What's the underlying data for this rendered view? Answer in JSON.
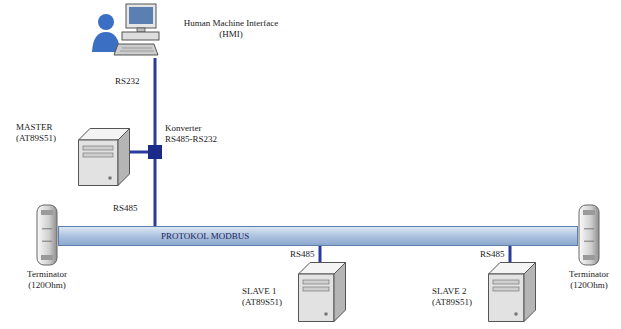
{
  "diagram": {
    "nodes": [
      {
        "text": [
          "Human Machine Interface (HMI)"
        ]
      },
      {
        "text": [
          "Konverter RS485-RS232"
        ]
      },
      {
        "text": [
          "MASTER (AT89S51)"
        ]
      },
      {
        "text": [
          "PROTOKOL MODBUS"
        ]
      },
      {
        "text": [
          "Terminator (120Ohm)"
        ]
      },
      {
        "text": [
          "Terminator (120Ohm)"
        ]
      },
      {
        "text": [
          "SLAVE 1 (AT89S51)"
        ]
      },
      {
        "text": [
          "SLAVE 2 (AT89S51)"
        ]
      }
    ],
    "edges": [
      {
        "from": 0,
        "to": 1,
        "arrow": "none",
        "label": "RS232"
      },
      {
        "from": 2,
        "to": 1,
        "arrow": "none"
      },
      {
        "from": 1,
        "to": 3,
        "arrow": "none",
        "label": "RS485"
      },
      {
        "from": 3,
        "to": 6,
        "arrow": "none",
        "label": "RS485"
      },
      {
        "from": 3,
        "to": 7,
        "arrow": "none",
        "label": "RS485"
      }
    ]
  }
}
